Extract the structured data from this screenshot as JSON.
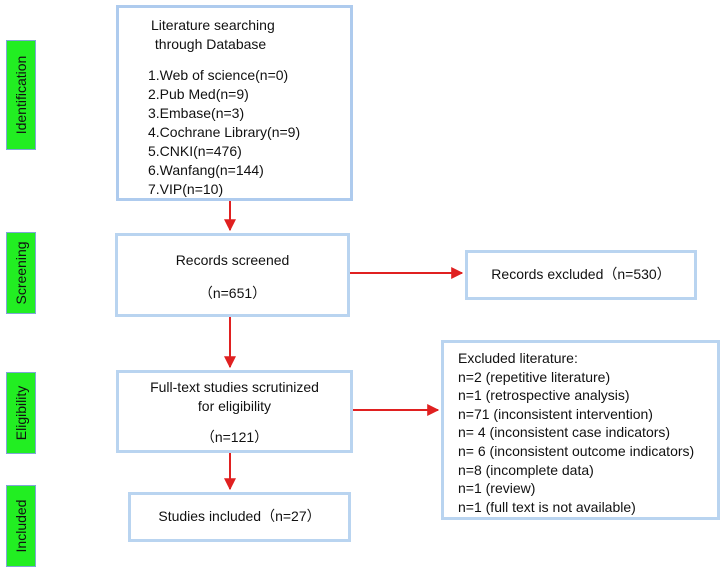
{
  "stages": {
    "identification": "Identification",
    "screening": "Screening",
    "eligibility": "Eligibility",
    "included": "Included"
  },
  "identification_box": {
    "title_line1": "Literature searching",
    "title_line2": " through Database",
    "databases": [
      "1.Web of science(n=0)",
      "2.Pub Med(n=9)",
      "3.Embase(n=3)",
      "4.Cochrane Library(n=9)",
      "5.CNKI(n=476)",
      "6.Wanfang(n=144)",
      "7.VIP(n=10)"
    ]
  },
  "screening_box": {
    "title": "Records screened",
    "count": "（n=651）"
  },
  "excluded_records_box": {
    "text": "Records excluded（n=530）"
  },
  "eligibility_box": {
    "line1": "Full-text studies scrutinized",
    "line2": "for eligibility",
    "count": "（n=121）"
  },
  "excluded_literature_box": {
    "title": "Excluded literature:",
    "items": [
      "n=2 (repetitive literature)",
      "n=1 (retrospective analysis)",
      "n=71 (inconsistent intervention)",
      "n= 4 (inconsistent case indicators)",
      "n= 6 (inconsistent outcome indicators)",
      "n=8 (incomplete data)",
      "n=1 (review)",
      "n=1 (full text is not available)"
    ]
  },
  "included_box": {
    "text": "Studies included（n=27）"
  },
  "colors": {
    "stage_fill": "#22ee22",
    "box_border": "#b9d4f0",
    "arrow": "#e02020"
  }
}
